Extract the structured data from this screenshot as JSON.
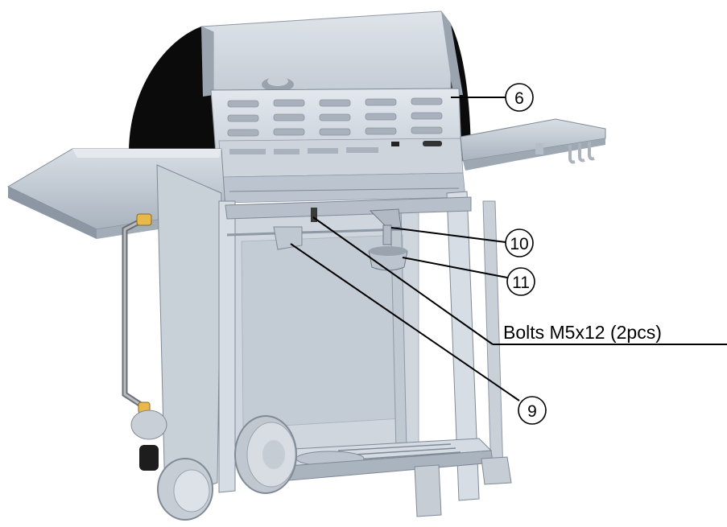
{
  "callouts": [
    {
      "id": "6",
      "label": "6"
    },
    {
      "id": "10",
      "label": "10"
    },
    {
      "id": "11",
      "label": "11"
    },
    {
      "id": "9",
      "label": "9"
    }
  ],
  "bolts_label": "Bolts M5x12 (2pcs)",
  "colors": {
    "metal_light": "#d3dae2",
    "metal_mid": "#bcc6d0",
    "metal_dark": "#8e99a6",
    "lid_black": "#0b0b0b",
    "brass": "#e8b84a",
    "wheel": "#cfd5db"
  }
}
